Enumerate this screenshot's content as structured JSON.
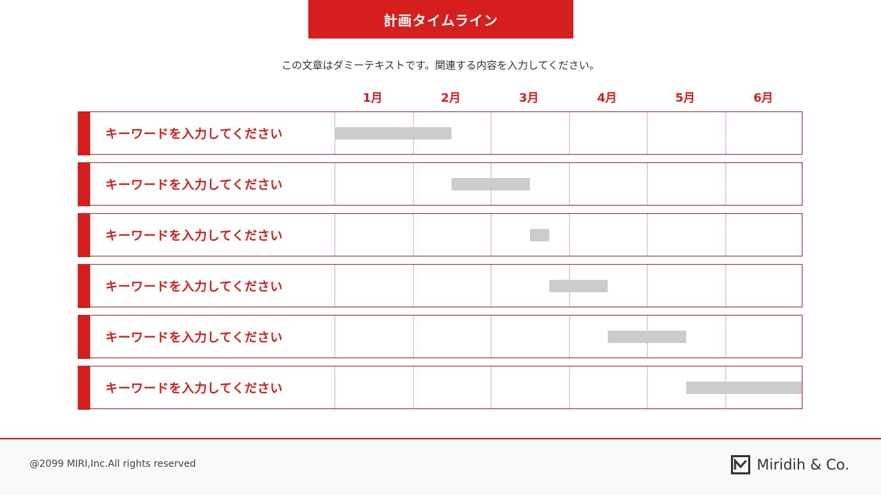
{
  "header": {
    "title": "計画タイムライン",
    "subtitle": "この文章はダミーテキストです。関連する内容を入力してください。"
  },
  "timeline": {
    "months": [
      "1月",
      "2月",
      "3月",
      "4月",
      "5月",
      "6月"
    ],
    "rows": [
      {
        "label": "キーワードを入力してください",
        "start_month": 0.0,
        "end_month": 1.5
      },
      {
        "label": "キーワードを入力してください",
        "start_month": 1.5,
        "end_month": 2.5
      },
      {
        "label": "キーワードを入力してください",
        "start_month": 2.5,
        "end_month": 2.75
      },
      {
        "label": "キーワードを入力してください",
        "start_month": 2.75,
        "end_month": 3.5
      },
      {
        "label": "キーワードを入力してください",
        "start_month": 3.5,
        "end_month": 4.5
      },
      {
        "label": "キーワードを入力してください",
        "start_month": 4.5,
        "end_month": 6.0
      }
    ],
    "colors": {
      "accent": "#d71e1e",
      "bar": "#cccccc"
    }
  },
  "footer": {
    "copyright": "@2099 MIRI,Inc.All rights reserved",
    "logo_text": "Miridih & Co.",
    "logo_icon": "miridih-logo-icon"
  }
}
